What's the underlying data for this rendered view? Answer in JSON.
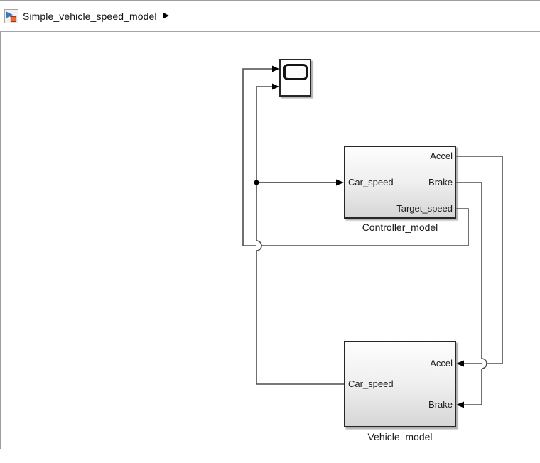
{
  "breadcrumb": {
    "model_name": "Simple_vehicle_speed_model",
    "caret": "▶"
  },
  "blocks": {
    "controller": {
      "label": "Controller_model",
      "ports": {
        "car_speed": "Car_speed",
        "accel": "Accel",
        "brake": "Brake",
        "target_speed": "Target_speed"
      }
    },
    "vehicle": {
      "label": "Vehicle_model",
      "ports": {
        "car_speed": "Car_speed",
        "accel": "Accel",
        "brake": "Brake"
      }
    }
  },
  "colors": {
    "wire": "#4d4d4d",
    "arrow": "#000000",
    "block_border": "#262626",
    "bar_separator": "#a3a4ac",
    "icon_blue": "#3a76bb",
    "icon_orange": "#e8732c"
  }
}
